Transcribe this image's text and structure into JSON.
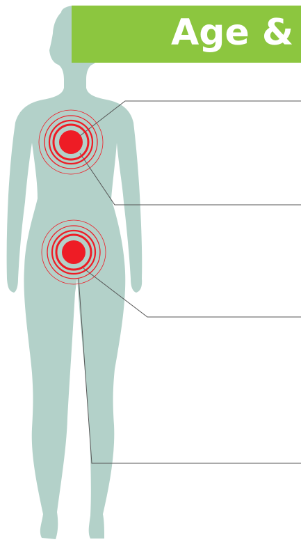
{
  "header": {
    "title": "Age &"
  },
  "colors": {
    "banner": "#8cc63f",
    "title_text": "#ffffff",
    "figure": "#b3d1c9",
    "target_fill": "#ee1c25",
    "target_ring": "#ee1c25",
    "leader_line": "#555555",
    "background": "#ffffff"
  },
  "icons": {
    "figure": "female-body-silhouette",
    "markers": "target-rings"
  }
}
